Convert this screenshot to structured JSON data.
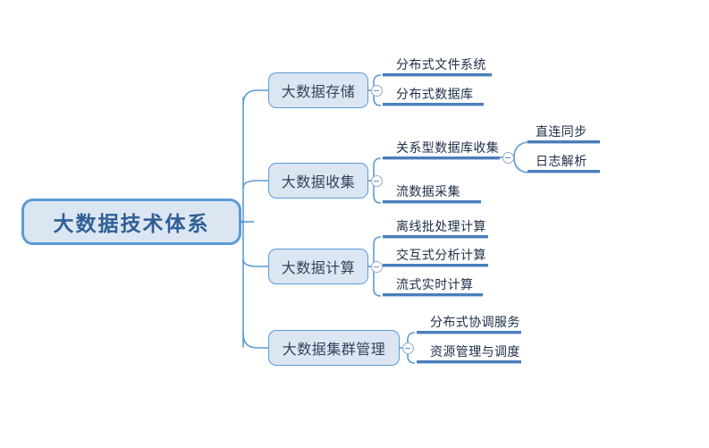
{
  "diagram": {
    "title": "大数据技术体系",
    "type": "mindmap",
    "background_color": "#ffffff",
    "colors": {
      "node_fill": "#dce6f2",
      "node_border": "#5b9bd5",
      "root_text": "#2e5f96",
      "branch_text": "#33425b",
      "leaf_text": "#20304a",
      "connector": "#5b9bd5",
      "underline": "#4a7ebb",
      "collapse_icon": "#8faad0"
    }
  },
  "root": {
    "label": "大数据技术体系"
  },
  "branches": [
    {
      "label": "大数据存储",
      "collapse_icon": "collapse-minus-icon",
      "children": [
        {
          "label": "分布式文件系统"
        },
        {
          "label": "分布式数据库"
        }
      ]
    },
    {
      "label": "大数据收集",
      "collapse_icon": "collapse-minus-icon",
      "children": [
        {
          "label": "关系型数据库收集",
          "collapse_icon": "collapse-minus-icon",
          "children": [
            {
              "label": "直连同步"
            },
            {
              "label": "日志解析"
            }
          ]
        },
        {
          "label": "流数据采集"
        }
      ]
    },
    {
      "label": "大数据计算",
      "collapse_icon": "collapse-minus-icon",
      "children": [
        {
          "label": "离线批处理计算"
        },
        {
          "label": "交互式分析计算"
        },
        {
          "label": "流式实时计算"
        }
      ]
    },
    {
      "label": "大数据集群管理",
      "collapse_icon": "collapse-minus-icon",
      "children": [
        {
          "label": "分布式协调服务"
        },
        {
          "label": "资源管理与调度"
        }
      ]
    }
  ]
}
